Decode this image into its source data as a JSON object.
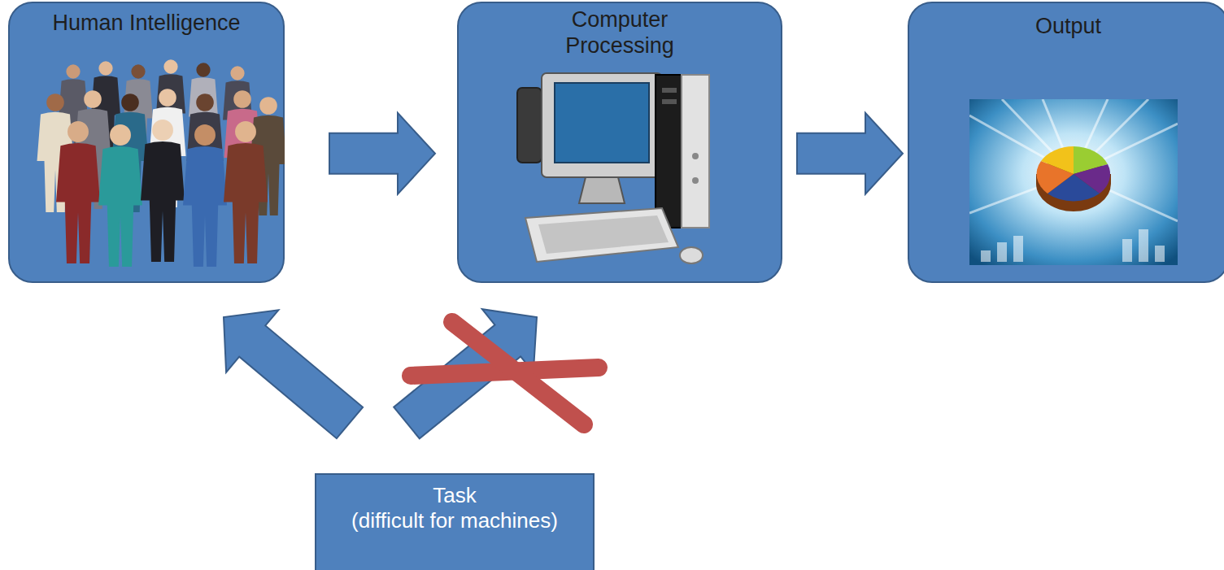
{
  "diagram": {
    "nodes": [
      {
        "text": [
          "Human Intelligence"
        ]
      },
      {
        "text": [
          "Computer Processing"
        ]
      },
      {
        "text": [
          "Output"
        ]
      },
      {
        "text": [
          "Task",
          "(difficult for machines)"
        ]
      }
    ],
    "edges": [
      {
        "from": 0,
        "to": 1,
        "arrow": "to"
      },
      {
        "from": 1,
        "to": 2,
        "arrow": "to"
      },
      {
        "from": 3,
        "to": 0,
        "arrow": "to"
      },
      {
        "from": 3,
        "to": 1,
        "arrow": "to"
      }
    ]
  }
}
